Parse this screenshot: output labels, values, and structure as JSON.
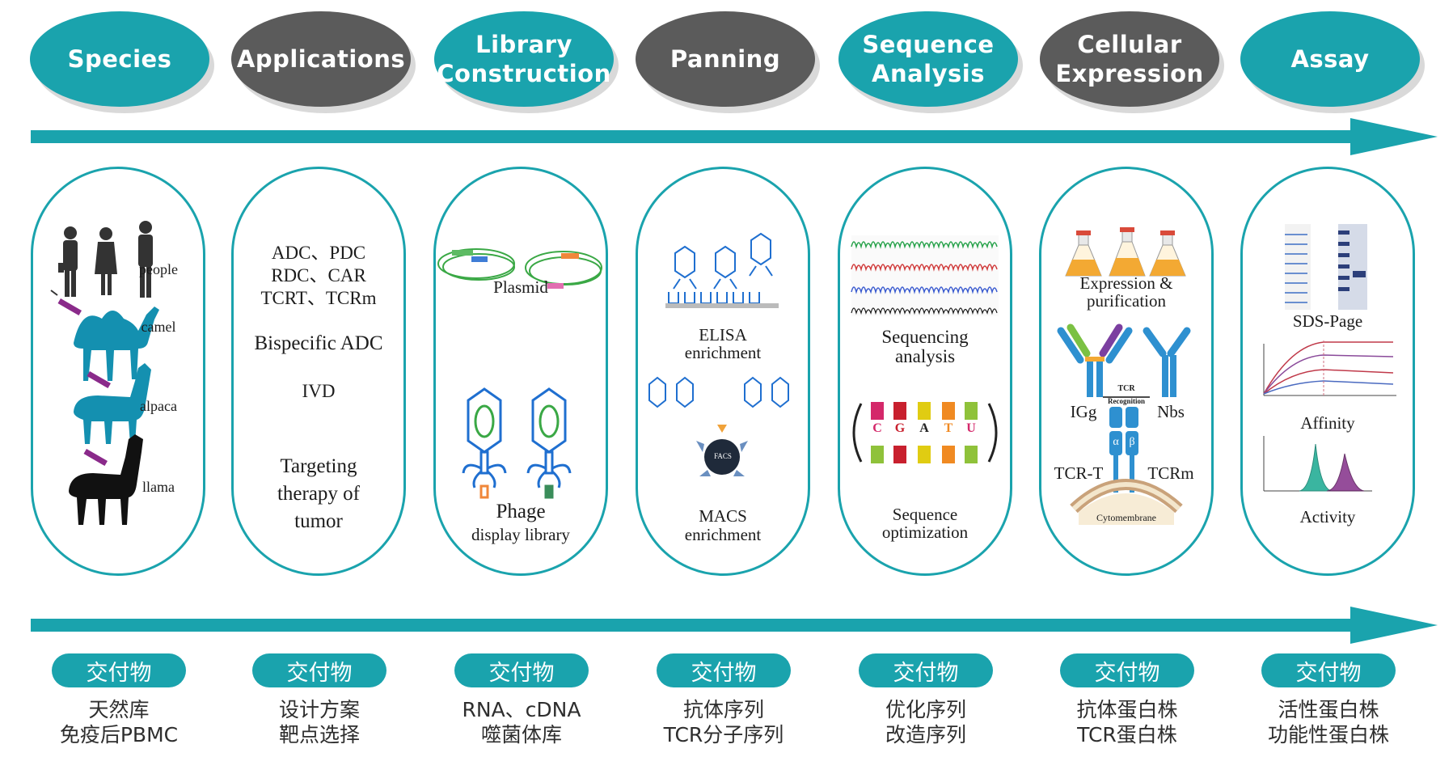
{
  "steps": [
    {
      "label_1": "Species",
      "label_2": ""
    },
    {
      "label_1": "Applications",
      "label_2": ""
    },
    {
      "label_1": "Library",
      "label_2": "Construction"
    },
    {
      "label_1": "Panning",
      "label_2": ""
    },
    {
      "label_1": "Sequence",
      "label_2": "Analysis"
    },
    {
      "label_1": "Cellular",
      "label_2": "Expression"
    },
    {
      "label_1": "Assay",
      "label_2": ""
    }
  ],
  "species": {
    "people": "people",
    "camel": "camel",
    "alpaca": "alpaca",
    "llama": "llama"
  },
  "applications": {
    "line1": "ADC、PDC",
    "line2": "RDC、CAR",
    "line3": "TCRT、TCRm",
    "line4": "Bispecific ADC",
    "line5": "IVD",
    "line6": "Targeting",
    "line7": "therapy of",
    "line8": "tumor"
  },
  "library": {
    "plasmid": "Plasmid",
    "phage_1": "Phage",
    "phage_2": "display library"
  },
  "panning": {
    "elisa_1": "ELISA",
    "elisa_2": "enrichment",
    "macs_1": "MACS",
    "macs_2": "enrichment",
    "facs": "FACS"
  },
  "sequence": {
    "seq_1": "Sequencing",
    "seq_2": "analysis",
    "opt_1": "Sequence",
    "opt_2": "optimization",
    "bases": [
      "C",
      "G",
      "A",
      "T",
      "U"
    ]
  },
  "cellular": {
    "expr_1": "Expression &",
    "expr_2": "purification",
    "igg": "IGg",
    "nbs": "Nbs",
    "tcr": "TCR",
    "recognition": "Recognition",
    "tcrt": "TCR-T",
    "tcrm": "TCRm",
    "alpha": "α",
    "beta": "β",
    "membrane": "Cytomembrane"
  },
  "assay": {
    "sds": "SDS-Page",
    "affinity": "Affinity",
    "activity": "Activity"
  },
  "deliverable_label": "交付物",
  "deliverables": [
    {
      "line1": "天然库",
      "line2": "免疫后PBMC"
    },
    {
      "line1": "设计方案",
      "line2": "靶点选择"
    },
    {
      "line1": "RNA、cDNA",
      "line2": "噬菌体库"
    },
    {
      "line1": "抗体序列",
      "line2": "TCR分子序列"
    },
    {
      "line1": "优化序列",
      "line2": "改造序列"
    },
    {
      "line1": "抗体蛋白株",
      "line2": "TCR蛋白株"
    },
    {
      "line1": "活性蛋白株",
      "line2": "功能性蛋白株"
    }
  ],
  "colors": {
    "teal": "#1aa3ad",
    "gray": "#5b5b5b"
  }
}
